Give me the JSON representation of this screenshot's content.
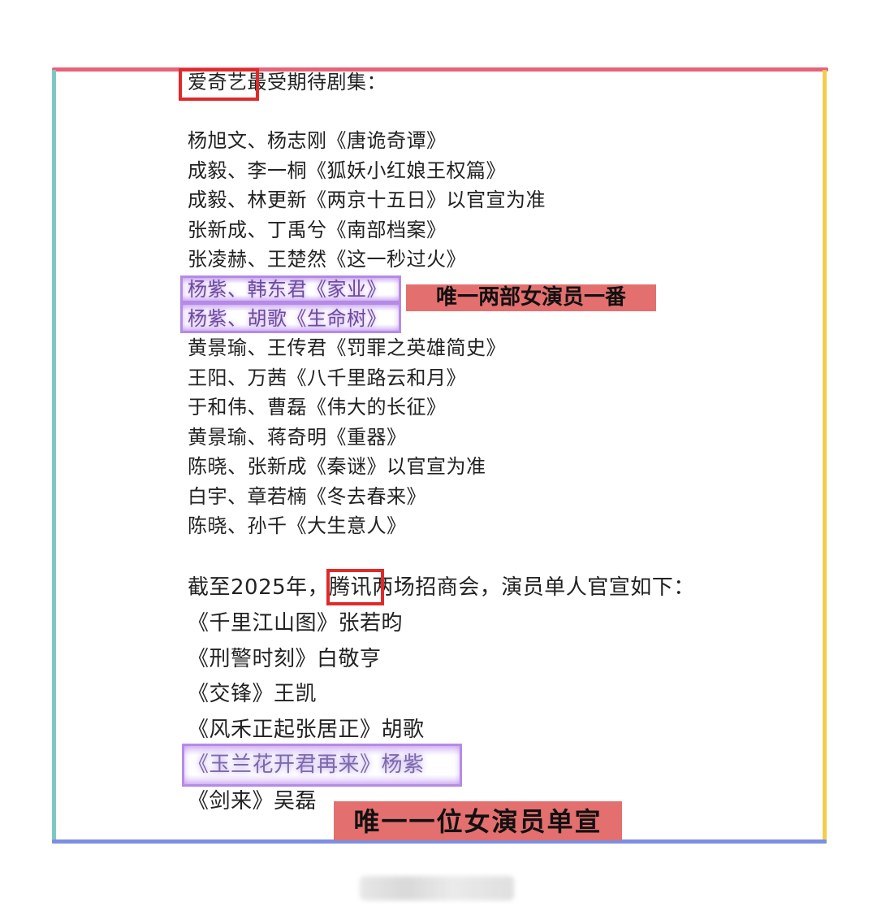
{
  "frame": {
    "colors": {
      "top": "#e8637a",
      "left": "#7ec8c4",
      "right": "#f4cd4c",
      "bottom": "#7c8fe0"
    }
  },
  "section1": {
    "heading_highlight": "爱奇艺",
    "heading_rest": "最受期待剧集：",
    "items": [
      "杨旭文、杨志刚《唐诡奇谭》",
      "成毅、李一桐《狐妖小红娘王权篇》",
      "成毅、林更新《两京十五日》以官宣为准",
      "张新成、丁禹兮《南部档案》",
      "张凌赫、王楚然《这一秒过火》",
      "杨紫、韩东君《家业》",
      "杨紫、胡歌《生命树》",
      "黄景瑜、王传君《罚罪之英雄简史》",
      "王阳、万茜《八千里路云和月》",
      "于和伟、曹磊《伟大的长征》",
      "黄景瑜、蒋奇明《重器》",
      "陈晓、张新成《秦谜》以官宣为准",
      "白宇、章若楠《冬去春来》",
      "陈晓、孙千《大生意人》"
    ],
    "annotation": "唯一两部女演员一番"
  },
  "section2": {
    "heading_prefix": "截至2025年，",
    "heading_highlight": "腾讯",
    "heading_rest": "两场招商会，演员单人官宣如下：",
    "items": [
      "《千里江山图》张若昀",
      "《刑警时刻》白敬亨",
      "《交锋》王凯",
      "《风禾正起张居正》胡歌",
      "《玉兰花开君再来》杨紫",
      "《剑来》吴磊"
    ],
    "annotation": "唯一一位女演员单宣"
  },
  "colors": {
    "highlight_red": "#e02a2a",
    "highlight_purple": "#b58be6",
    "annotation_bg": "#e46f6f"
  }
}
